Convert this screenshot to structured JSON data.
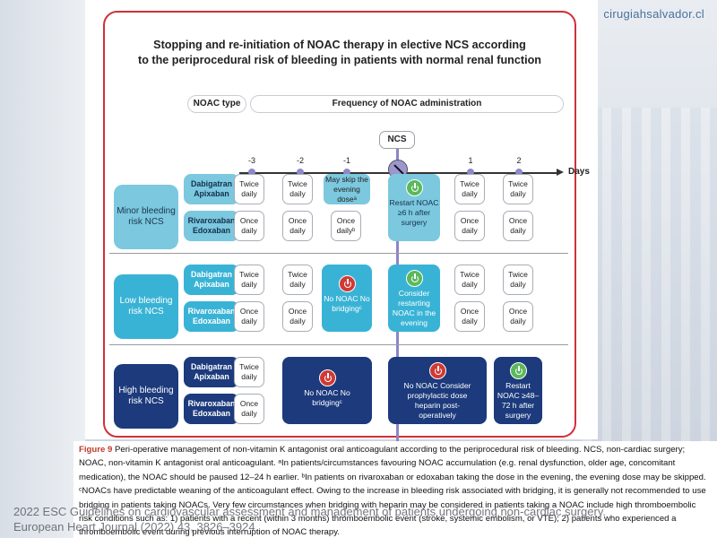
{
  "watermark": "cirugiahsalvador.cl",
  "figure": {
    "title_line1": "Stopping and re-initiation of NOAC therapy in elective NCS according",
    "title_line2": "to the periprocedural risk of bleeding in patients with normal renal function",
    "noac_type_label": "NOAC type",
    "frequency_label": "Frequency of NOAC administration",
    "ncs_label": "NCS",
    "days_label": "Days",
    "timeline": [
      "-3",
      "-2",
      "-1",
      "1",
      "2"
    ],
    "rows": {
      "minor": {
        "risk_label": "Minor bleeding risk NCS",
        "drug_a": "Dabigatran Apixaban",
        "drug_b": "Rivaroxaban Edoxaban",
        "a_m3": "Twice daily",
        "a_m2": "Twice daily",
        "a_m1": "May skip the evening doseᵃ",
        "b_m3": "Once daily",
        "b_m2": "Once daily",
        "b_m1": "Once dailyᵇ",
        "post": "Restart NOAC ≥6 h after surgery",
        "a_p1": "Twice daily",
        "a_p2": "Twice daily",
        "b_p1": "Once daily",
        "b_p2": "Once daily"
      },
      "low": {
        "risk_label": "Low bleeding risk NCS",
        "drug_a": "Dabigatran Apixaban",
        "drug_b": "Rivaroxaban Edoxaban",
        "a_m3": "Twice daily",
        "a_m2": "Twice daily",
        "b_m3": "Once daily",
        "b_m2": "Once daily",
        "stop": "No NOAC No bridgingᶜ",
        "post": "Consider restarting NOAC in the evening",
        "a_p1": "Twice daily",
        "a_p2": "Twice daily",
        "b_p1": "Once daily",
        "b_p2": "Once daily"
      },
      "high": {
        "risk_label": "High bleeding risk NCS",
        "drug_a": "Dabigatran Apixaban",
        "drug_b": "Rivaroxaban Edoxaban",
        "a_m3": "Twice daily",
        "b_m3": "Once daily",
        "stop": "No NOAC No bridgingᶜ",
        "post": "No NOAC Consider prophylactic dose heparin post-operatively",
        "restart": "Restart NOAC ≥48–72 h after surgery"
      }
    }
  },
  "caption": {
    "label": "Figure 9",
    "text": "Peri-operative management of non-vitamin K antagonist oral anticoagulant according to the periprocedural risk of bleeding. NCS, non-cardiac surgery; NOAC, non-vitamin K antagonist oral anticoagulant. ᵃIn patients/circumstances favouring NOAC accumulation (e.g. renal dysfunction, older age, concomitant medication), the NOAC should be paused 12–24 h earlier. ᵇIn patients on rivaroxaban or edoxaban taking the dose in the evening, the evening dose may be skipped. ᶜNOACs have predictable weaning of the anticoagulant effect. Owing to the increase in bleeding risk associated with bridging, it is generally not recommended to use bridging in patients taking NOACs. Very few circumstances when bridging with heparin may be considered in patients taking a NOAC include high thromboembolic risk conditions such as: 1) patients with a recent (within 3 months) thromboembolic event (stroke, systemic embolism, or VTE); 2) patients who experienced a thromboembolic event during previous interruption of NOAC therapy."
  },
  "footer": {
    "line1": "2022 ESC Guidelines on cardiovascular assessment and management of patients undergoing non-cardiac surgery.",
    "line2": "European Heart Journal (2022) 43, 3826–3924"
  },
  "colors": {
    "minor": "#7cc8de",
    "low": "#39b3d5",
    "high": "#1c3a7c",
    "border": "#d0313a",
    "ncs_line": "#8c86c4"
  }
}
